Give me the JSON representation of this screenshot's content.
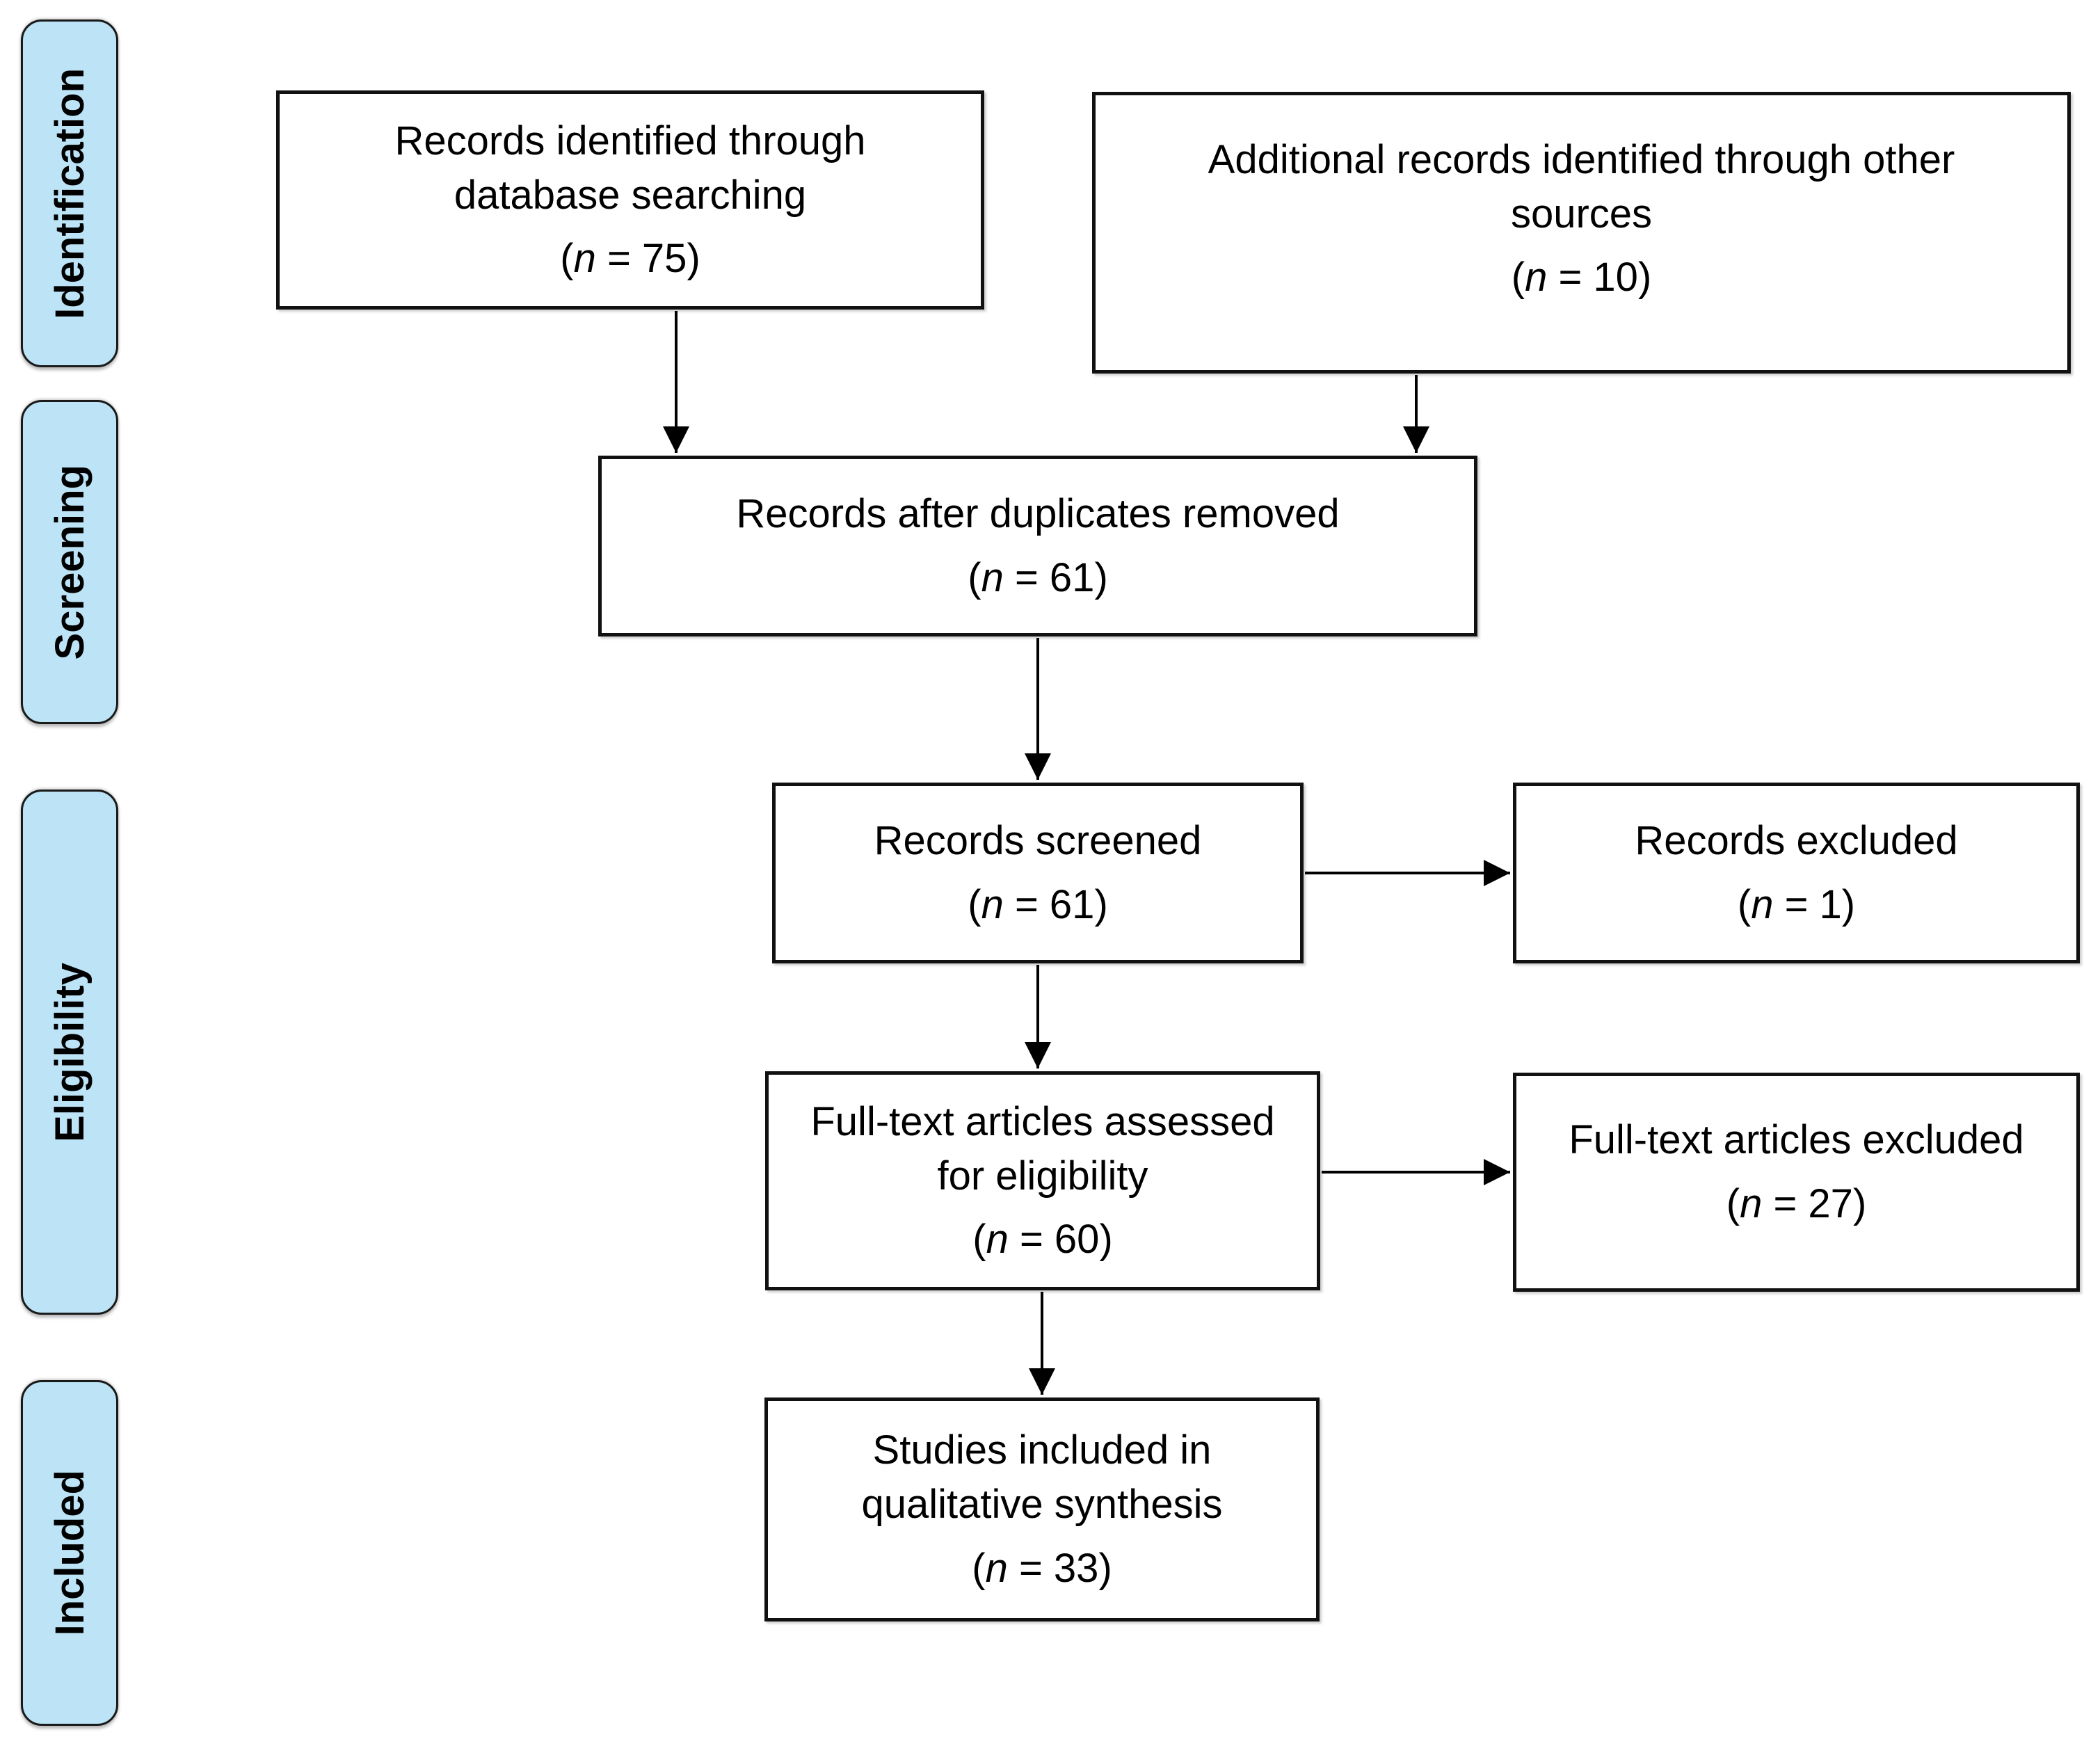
{
  "sidebar": [
    {
      "id": "identification",
      "label": "Identification"
    },
    {
      "id": "screening",
      "label": "Screening"
    },
    {
      "id": "eligibility",
      "label": "Eligibility"
    },
    {
      "id": "included",
      "label": "Included"
    }
  ],
  "boxes": {
    "records_identified": {
      "text": "Records identified through\ndatabase searching",
      "n": "(n = 75)"
    },
    "additional_records": {
      "text": "Additional records identified through other\nsources",
      "n": "(n = 10)"
    },
    "duplicates_removed": {
      "text": "Records after duplicates removed",
      "n": "(n = 61)"
    },
    "records_screened": {
      "text": "Records screened",
      "n": "(n = 61)"
    },
    "records_excluded": {
      "text": "Records excluded",
      "n": "(n = 1)"
    },
    "fulltext_assessed": {
      "text": "Full-text articles assessed\nfor eligibility",
      "n": "(n = 60)"
    },
    "fulltext_excluded": {
      "text": "Full-text articles excluded",
      "n": "(n = 27)"
    },
    "studies_included": {
      "text": "Studies included in\nqualitative synthesis",
      "n": "(n = 33)"
    }
  },
  "colors": {
    "stage_fill": "#BCE4F6",
    "stage_border": "#1a1a1a",
    "box_fill": "#ffffff",
    "box_border": "#111111",
    "arrow": "#000000"
  }
}
